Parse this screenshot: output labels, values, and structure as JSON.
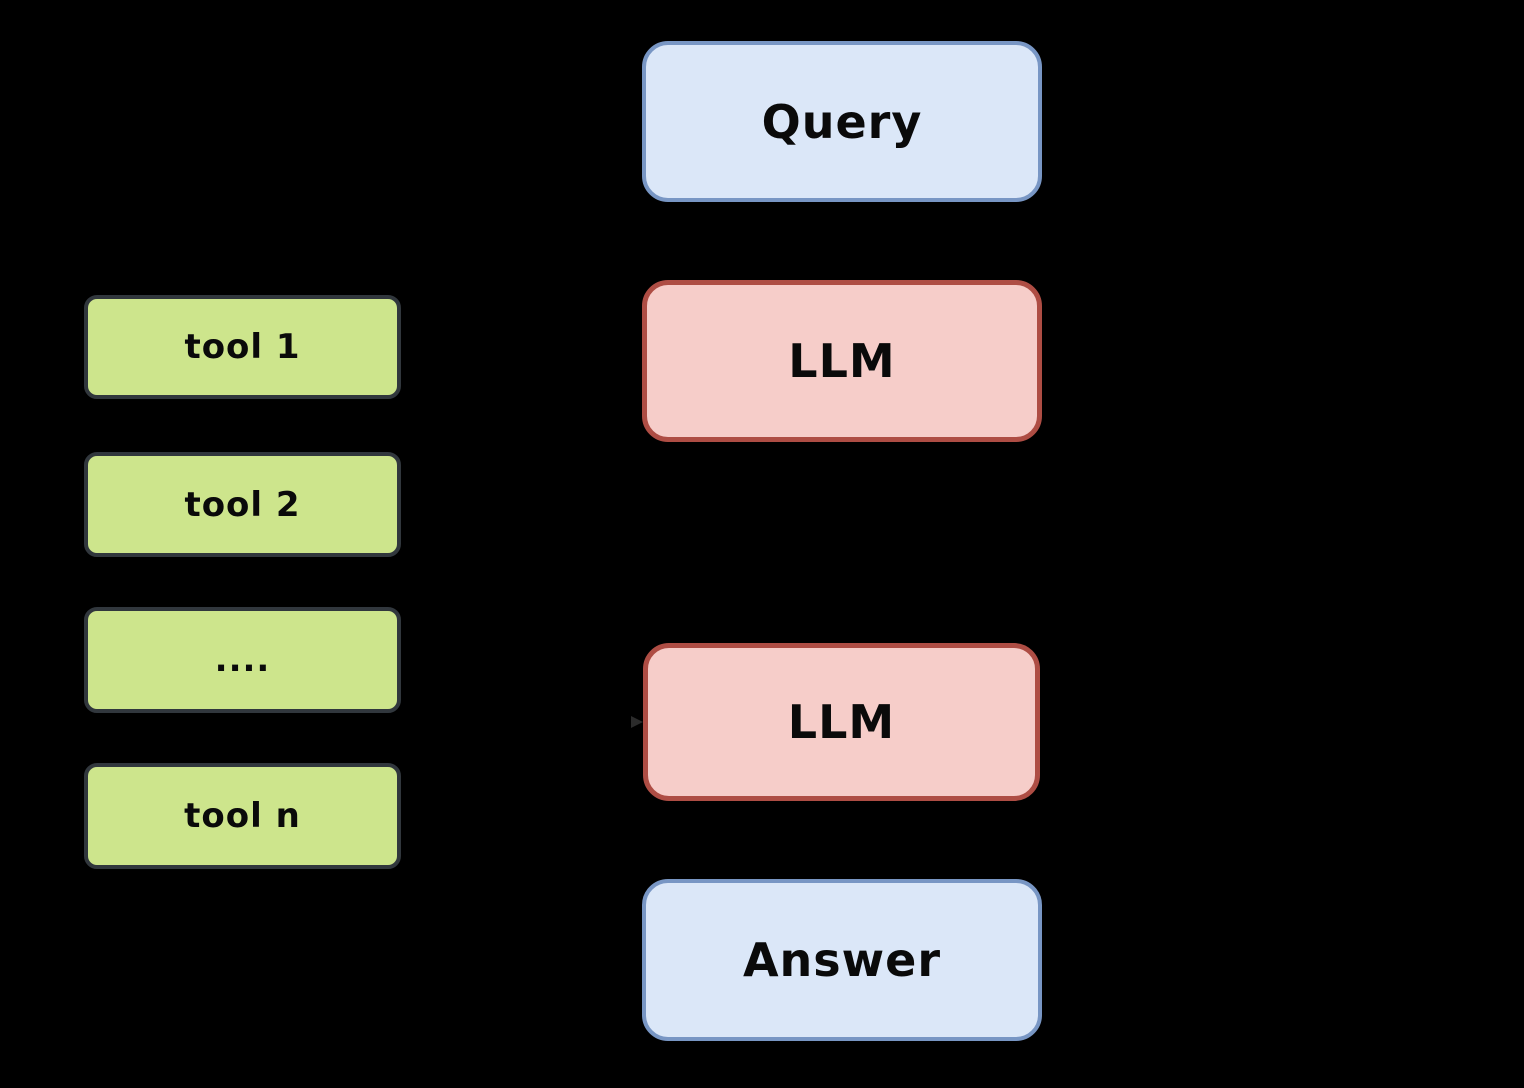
{
  "colors": {
    "background": "#000000",
    "io_fill": "#dbe7f8",
    "io_border": "#7896c4",
    "llm_fill": "#f6cdc9",
    "llm_border": "#ae4d44",
    "tool_fill": "#cde58c",
    "tool_border": "#31373d",
    "text": "#0a0a0a"
  },
  "flow": {
    "query": {
      "label": "Query"
    },
    "llm_top": {
      "label": "LLM"
    },
    "llm_bottom": {
      "label": "LLM"
    },
    "answer": {
      "label": "Answer"
    }
  },
  "tools": {
    "items": [
      {
        "label": "tool 1"
      },
      {
        "label": "tool 2"
      },
      {
        "label": "...."
      },
      {
        "label": "tool n"
      }
    ]
  }
}
